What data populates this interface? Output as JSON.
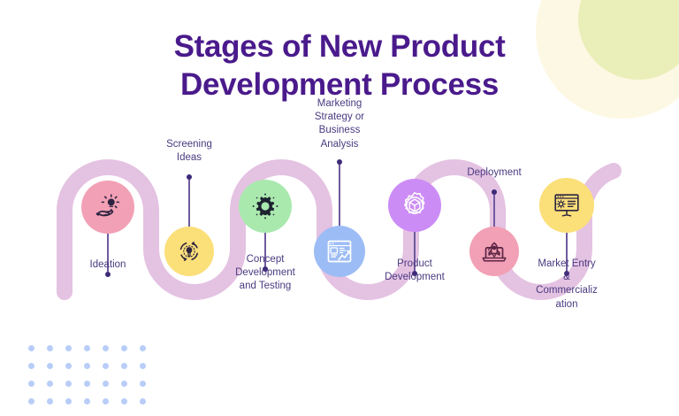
{
  "title": {
    "line1": "Stages of New Product",
    "line2": "Development Process"
  },
  "colors": {
    "title": "#4a1a8c",
    "ribbon": "#e4c2e2",
    "label": "#4a3a80",
    "connector": "#6f5b9e",
    "dot_grid": "#b8cdf8",
    "deco_outer": "#fdf8e3",
    "deco_inner": "#eaeeb8",
    "background": "#ffffff"
  },
  "decor": {
    "dot_grid_columns": 7,
    "dot_grid_rows": 4
  },
  "stages": [
    {
      "id": 1,
      "label": "Ideation",
      "icon": "hand-lightbulb-icon",
      "circle_color": "#f2a0b5",
      "icon_color": "#2c2340",
      "position": "peak"
    },
    {
      "id": 2,
      "label": "Screening\nIdeas",
      "icon": "lightbulb-cycle-icon",
      "circle_color": "#fbdf79",
      "icon_color": "#2c2340",
      "position": "trough"
    },
    {
      "id": 3,
      "label": "Concept\nDevelopment\nand Testing",
      "icon": "gear-icon",
      "circle_color": "#a9e9ae",
      "icon_color": "#1d2330",
      "position": "peak"
    },
    {
      "id": 4,
      "label": "Marketing\nStrategy or\nBusiness\nAnalysis",
      "icon": "chart-analysis-icon",
      "circle_color": "#9cbcf5",
      "icon_color": "#ffffff",
      "position": "trough"
    },
    {
      "id": 5,
      "label": "Product\nDevelopment",
      "icon": "gear-box-icon",
      "circle_color": "#cc8cf5",
      "icon_color": "#ffffff",
      "position": "peak"
    },
    {
      "id": 6,
      "label": "Deployment",
      "icon": "laptop-rocket-icon",
      "circle_color": "#f2a0b5",
      "icon_color": "#5c2545",
      "position": "trough"
    },
    {
      "id": 7,
      "label": "Market Entry\n&\nCommercializ\nation",
      "icon": "presentation-board-icon",
      "circle_color": "#fbdf79",
      "icon_color": "#2c2340",
      "position": "peak"
    }
  ]
}
